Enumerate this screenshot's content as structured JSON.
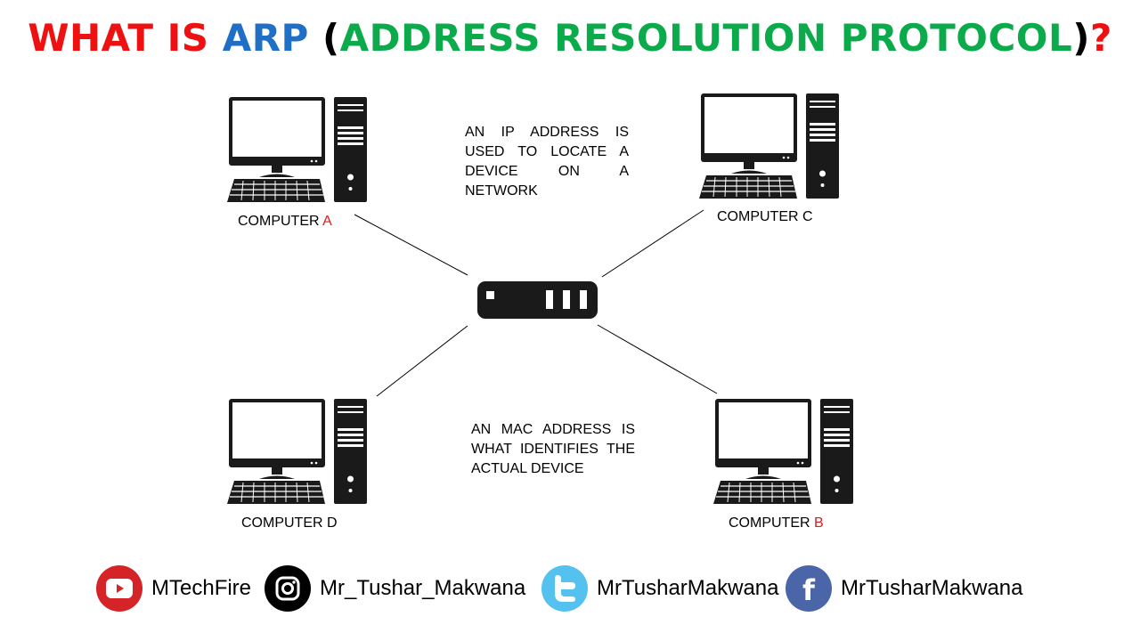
{
  "title": {
    "part1": "WHAT IS ",
    "part2": "ARP",
    "part3": " (",
    "part4": "ADDRESS RESOLUTION PROTOCOL",
    "part5": ")",
    "part6": "?"
  },
  "computers": {
    "a": {
      "prefix": "COMPUTER ",
      "letter": "A"
    },
    "c": {
      "prefix": "COMPUTER ",
      "letter": "C"
    },
    "d": {
      "prefix": "COMPUTER ",
      "letter": "D"
    },
    "b": {
      "prefix": "COMPUTER ",
      "letter": "B"
    }
  },
  "notes": {
    "ip": "AN IP ADDRESS IS USED TO LOCATE A DEVICE ON A NETWORK",
    "mac": "AN MAC ADDRESS IS WHAT IDENTIFIES THE ACTUAL DEVICE"
  },
  "socials": [
    {
      "icon": "youtube-icon",
      "handle": "MTechFire",
      "color": "#d42427"
    },
    {
      "icon": "instagram-icon",
      "handle": "Mr_Tushar_Makwana",
      "color": "#000000"
    },
    {
      "icon": "twitter-icon",
      "handle": "MrTusharMakwana",
      "color": "#55c1ee"
    },
    {
      "icon": "facebook-icon",
      "handle": "MrTusharMakwana",
      "color": "#4a66a8"
    }
  ],
  "colors": {
    "title_red": "#ee1111",
    "title_blue": "#1f6fc6",
    "title_green": "#0bab4c",
    "label_highlight": "#d42020"
  }
}
